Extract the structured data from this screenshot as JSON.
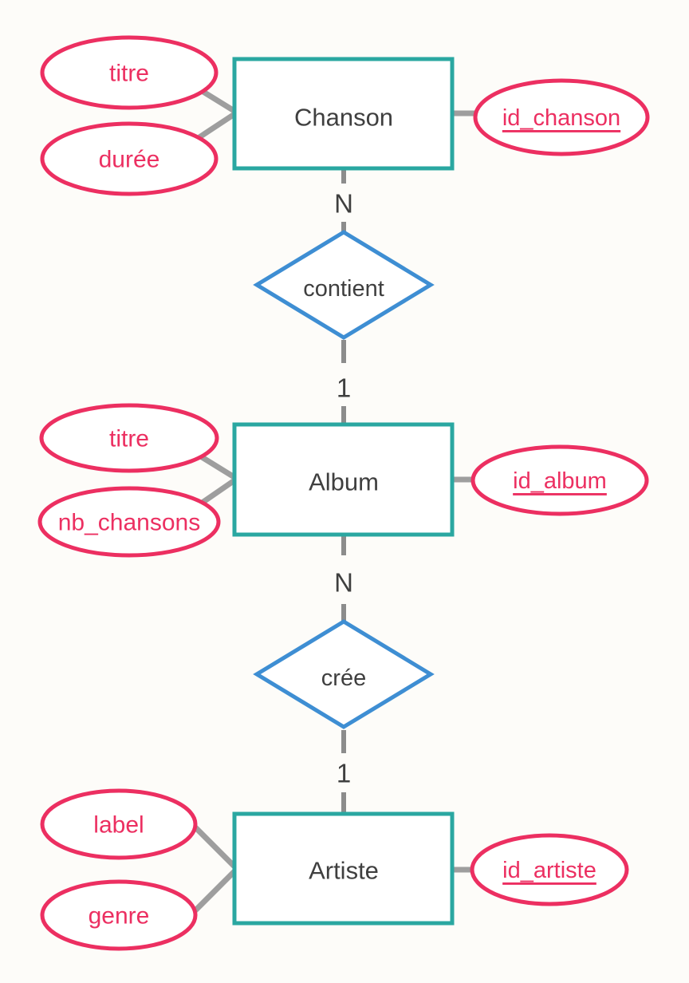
{
  "diagram": {
    "type": "entity-relationship",
    "colors": {
      "entity_border": "#2aa7a1",
      "attribute_border": "#ec2f61",
      "relationship_border": "#3e8ed3",
      "connector_line": "#9e9e9e",
      "dashed_line": "#8c8c8c",
      "attribute_text": "#ec2f61",
      "dark_text": "#3f3f3f",
      "background": "#fdfcf9",
      "shape_fill": "#ffffff"
    },
    "entities": [
      {
        "name": "Chanson",
        "attributes": [
          {
            "label": "titre",
            "is_key": false
          },
          {
            "label": "durée",
            "is_key": false
          },
          {
            "label": "id_chanson",
            "is_key": true
          }
        ]
      },
      {
        "name": "Album",
        "attributes": [
          {
            "label": "titre",
            "is_key": false
          },
          {
            "label": "nb_chansons",
            "is_key": false
          },
          {
            "label": "id_album",
            "is_key": true
          }
        ]
      },
      {
        "name": "Artiste",
        "attributes": [
          {
            "label": "label",
            "is_key": false
          },
          {
            "label": "genre",
            "is_key": false
          },
          {
            "label": "id_artiste",
            "is_key": true
          }
        ]
      }
    ],
    "relationships": [
      {
        "name": "contient",
        "between": [
          "Chanson",
          "Album"
        ],
        "card_top": "N",
        "card_bottom": "1"
      },
      {
        "name": "crée",
        "between": [
          "Album",
          "Artiste"
        ],
        "card_top": "N",
        "card_bottom": "1"
      }
    ]
  }
}
